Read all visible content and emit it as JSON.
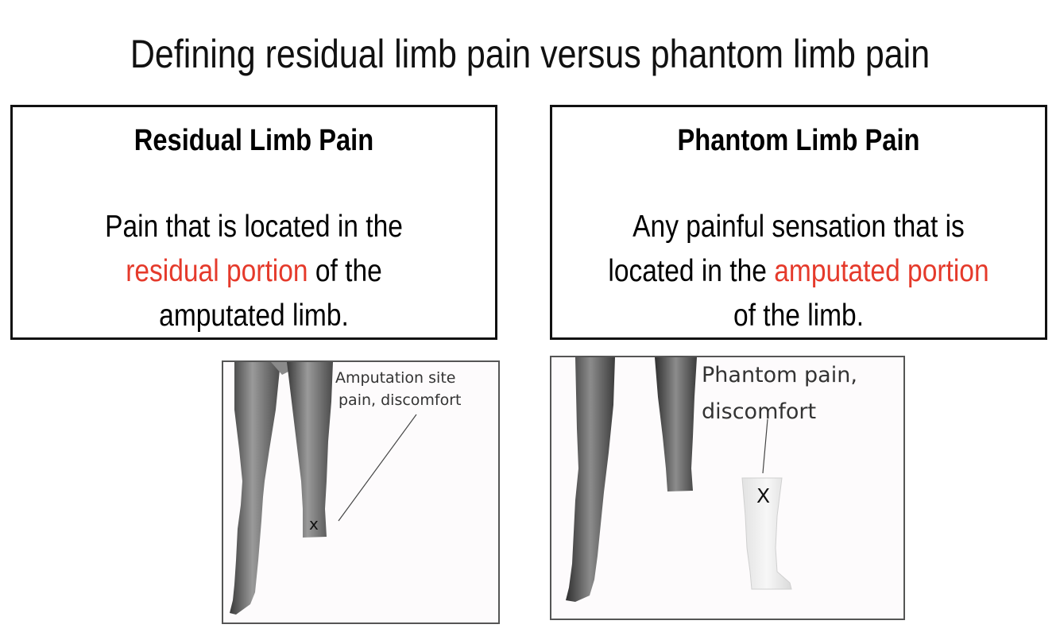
{
  "title": "Defining residual limb pain versus phantom limb pain",
  "cards": [
    {
      "heading": "Residual Limb Pain",
      "line1": "Pain that is located in the",
      "highlight": "residual portion",
      "after_highlight": " of the",
      "line3": "amputated limb."
    },
    {
      "heading": "Phantom Limb Pain",
      "line1": "Any painful sensation that is",
      "before_highlight": "located in the ",
      "highlight": "amputated portion",
      "line3": "of the limb."
    }
  ],
  "figures": [
    {
      "label_line1": "Amputation site",
      "label_line2": "pain, discomfort",
      "mark": "x"
    },
    {
      "label_line1": "Phantom pain,",
      "label_line2": "discomfort",
      "mark": "X"
    }
  ],
  "colors": {
    "highlight": "#e53a2b",
    "border": "#111111"
  }
}
